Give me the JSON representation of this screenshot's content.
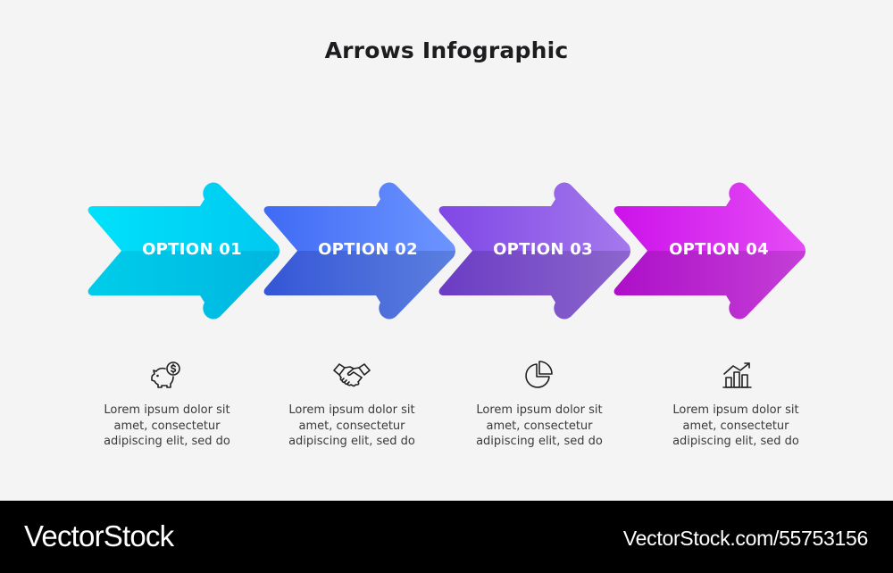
{
  "title": "Arrows Infographic",
  "colors": {
    "background": "#f4f4f4",
    "title": "#1d1d1f",
    "description": "#3a3a3a",
    "footer_bg": "#000000",
    "footer_text": "#ffffff"
  },
  "steps": [
    {
      "label": "OPTION 01",
      "icon": "piggy-bank-dollar-icon",
      "gradient": [
        "#00e1fb",
        "#00c9f0"
      ],
      "gradient_dark": [
        "#00cdea",
        "#00b6e0"
      ],
      "description": [
        "Lorem ipsum dolor sit",
        "amet, consectetur",
        "adipiscing elit, sed do"
      ]
    },
    {
      "label": "OPTION 02",
      "icon": "handshake-icon",
      "gradient": [
        "#3f6bf5",
        "#6d95ff"
      ],
      "gradient_dark": [
        "#3556d6",
        "#5b7fdf"
      ],
      "description": [
        "Lorem ipsum dolor sit",
        "amet, consectetur",
        "adipiscing elit, sed do"
      ]
    },
    {
      "label": "OPTION 03",
      "icon": "pie-chart-icon",
      "gradient": [
        "#7f47e6",
        "#a579ec"
      ],
      "gradient_dark": [
        "#6b3cc4",
        "#8c66cc"
      ],
      "description": [
        "Lorem ipsum dolor sit",
        "amet, consectetur",
        "adipiscing elit, sed do"
      ]
    },
    {
      "label": "OPTION 04",
      "icon": "bar-chart-growth-icon",
      "gradient": [
        "#cc12ea",
        "#e54cf6"
      ],
      "gradient_dark": [
        "#ad0fc8",
        "#c43fd6"
      ],
      "description": [
        "Lorem ipsum dolor sit",
        "amet, consectetur",
        "adipiscing elit, sed do"
      ]
    }
  ],
  "footer": {
    "logo": "VectorStock",
    "image_id": "VectorStock.com/55753156"
  }
}
